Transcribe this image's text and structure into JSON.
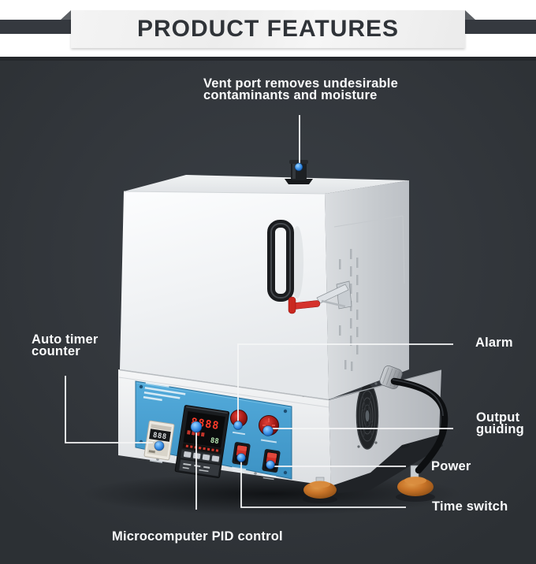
{
  "header": {
    "title": "PRODUCT FEATURES"
  },
  "annotations": {
    "vent": {
      "label": "Vent port removes undesirable\ncontaminants and moisture"
    },
    "auto_timer": {
      "label": "Auto timer\ncounter"
    },
    "alarm": {
      "label": "Alarm"
    },
    "output_guiding": {
      "label": "Output\nguiding"
    },
    "power": {
      "label": "Power"
    },
    "time_switch": {
      "label": "Time switch"
    },
    "pid": {
      "label": "Microcomputer PID control"
    }
  },
  "device": {
    "pid_display": "8888",
    "pid_display_row2": "88",
    "timer_display": "888"
  },
  "colors": {
    "background_dark": "#32363b",
    "ribbon_dark": "#35393f",
    "banner_gray": "#f0f0f0",
    "title_text": "#2f3338",
    "label_text": "#fafbfc",
    "callout_marker_blue": "#3f93e8",
    "control_panel_blue": "#45a0d4",
    "pid_digit_red": "#ff3b2a",
    "rocker_red": "#d03028",
    "foot_orange": "#c87428"
  }
}
